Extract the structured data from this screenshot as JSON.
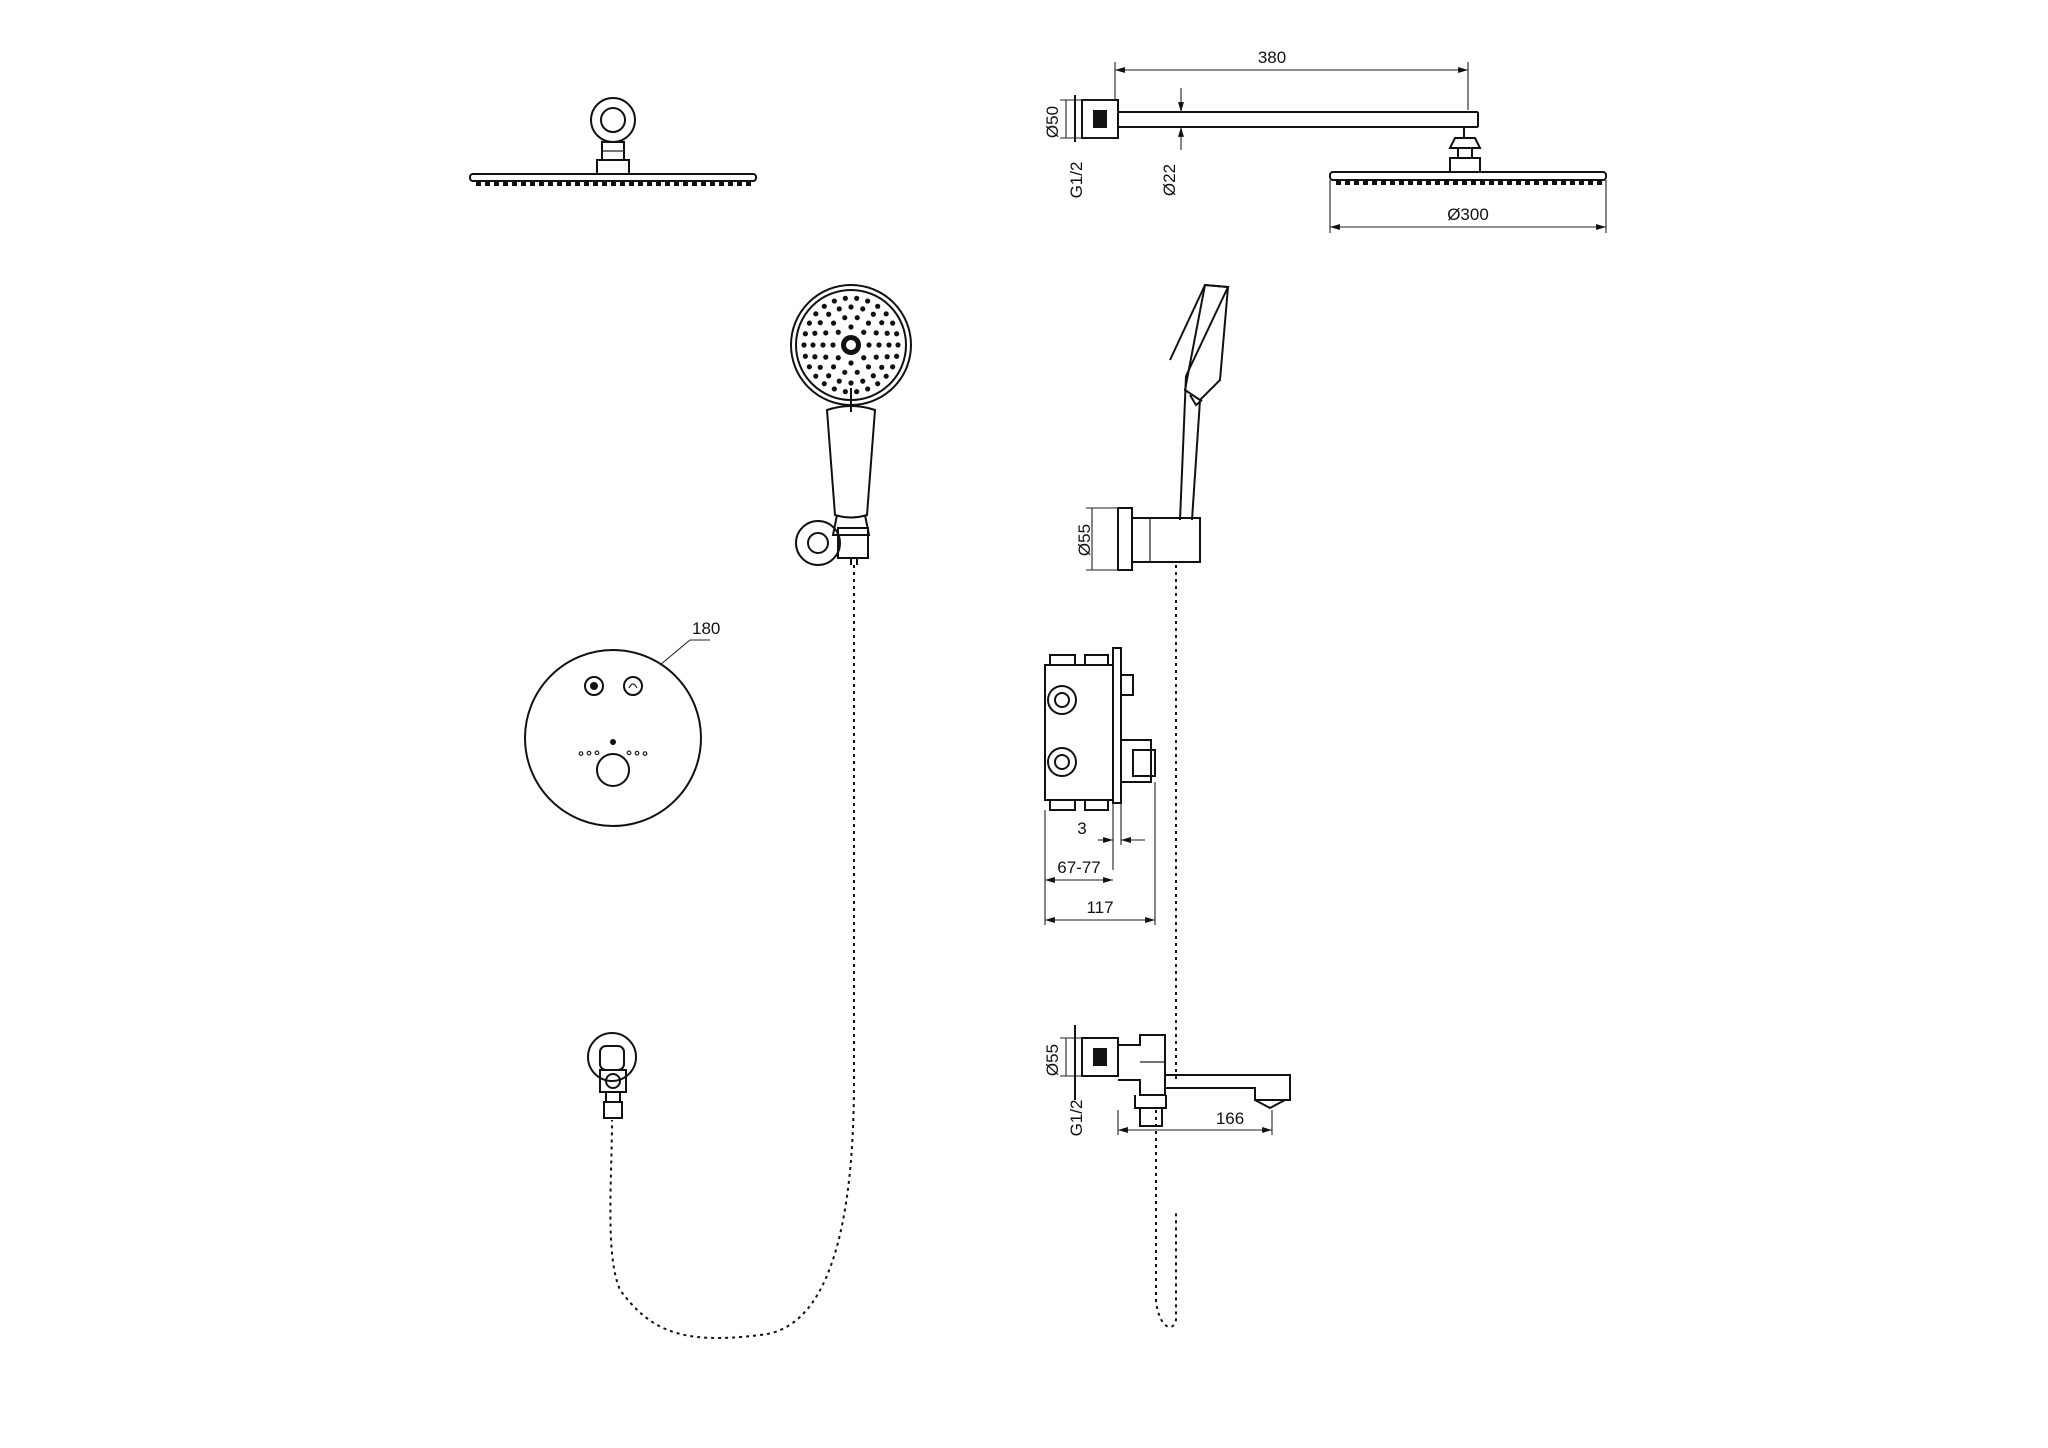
{
  "dimensions": {
    "arm_length": "380",
    "flange_dia_top": "Ø50",
    "thread_top": "G1/2",
    "arm_dia": "Ø22",
    "head_dia": "Ø300",
    "holder_dia": "Ø55",
    "mixer_plate": "180",
    "gap": "3",
    "depth_range": "67-77",
    "body_depth": "117",
    "spout_flange_dia": "Ø55",
    "thread_bottom": "G1/2",
    "spout_length": "166"
  },
  "colors": {
    "line": "#111111",
    "background": "#ffffff"
  }
}
